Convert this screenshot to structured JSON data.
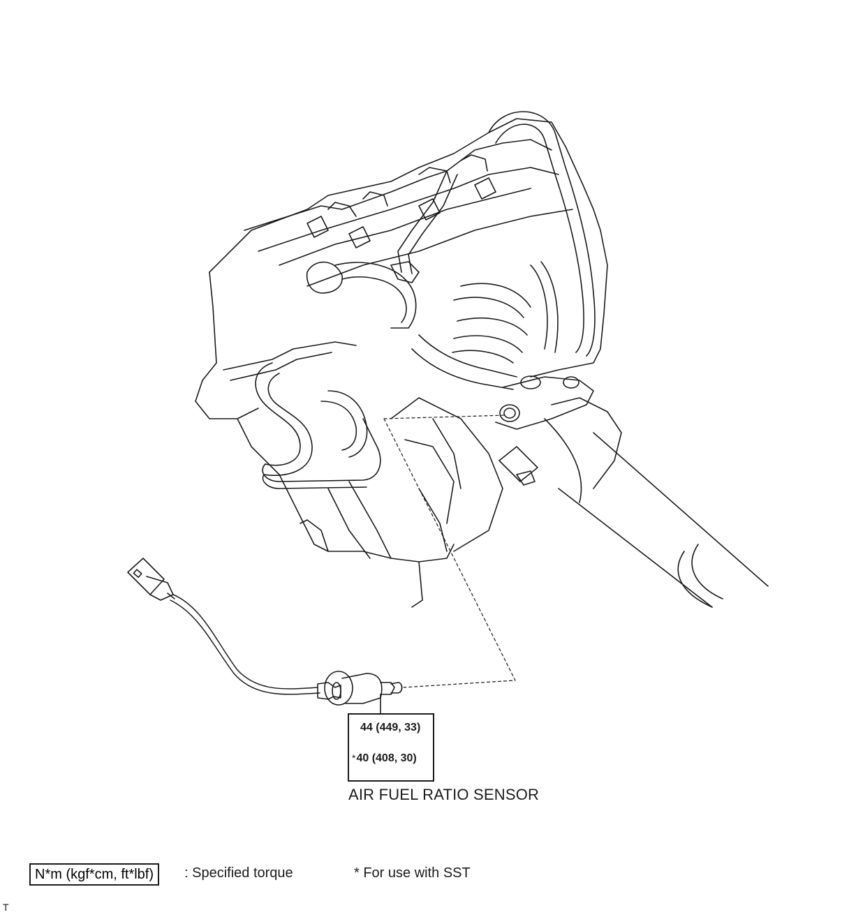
{
  "diagram": {
    "part_label": "AIR FUEL RATIO SENSOR",
    "torque_box": {
      "line1": "44 (449, 33)",
      "line2_marker": "*",
      "line2": "40 (408, 30)"
    },
    "legend": {
      "unit_box": "N*m (kgf*cm, ft*lbf)",
      "unit_text": ": Specified torque",
      "sst_note": "* For use with SST"
    },
    "corner_mark": "T",
    "line_color": "#1a1a1a"
  }
}
